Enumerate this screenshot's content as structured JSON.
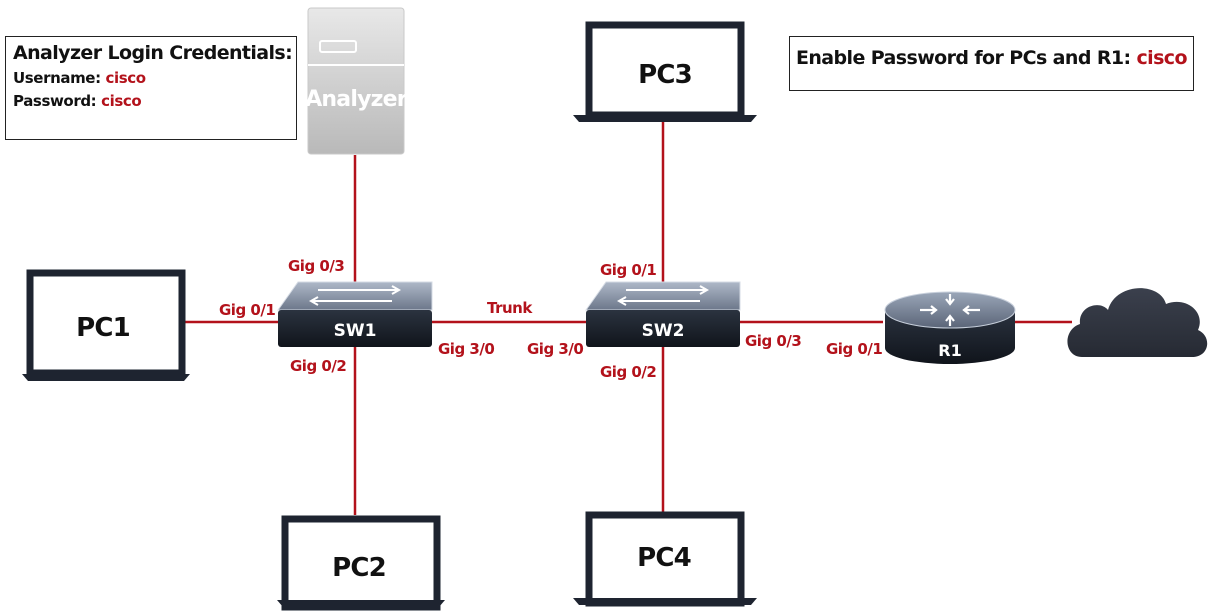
{
  "credentials": {
    "title": "Analyzer Login Credentials:",
    "username_label": "Username:",
    "username_value": "cisco",
    "password_label": "Password:",
    "password_value": "cisco"
  },
  "enable_box": {
    "label": "Enable Password for PCs and R1:",
    "value": "cisco"
  },
  "devices": {
    "analyzer": "Analyzer",
    "pc1": "PC1",
    "pc2": "PC2",
    "pc3": "PC3",
    "pc4": "PC4",
    "sw1": "SW1",
    "sw2": "SW2",
    "r1": "R1"
  },
  "ports": {
    "sw1_gig03": "Gig 0/3",
    "sw1_gig01": "Gig 0/1",
    "sw1_gig02": "Gig 0/2",
    "sw1_gig30": "Gig 3/0",
    "trunk": "Trunk",
    "sw2_gig30": "Gig 3/0",
    "sw2_gig01": "Gig 0/1",
    "sw2_gig02": "Gig 0/2",
    "sw2_gig03": "Gig 0/3",
    "r1_gig01": "Gig 0/1"
  },
  "colors": {
    "link": "#b3121b",
    "label_red": "#b3121b",
    "device_dark": "#1e2430",
    "cloud": "#2f3340"
  }
}
